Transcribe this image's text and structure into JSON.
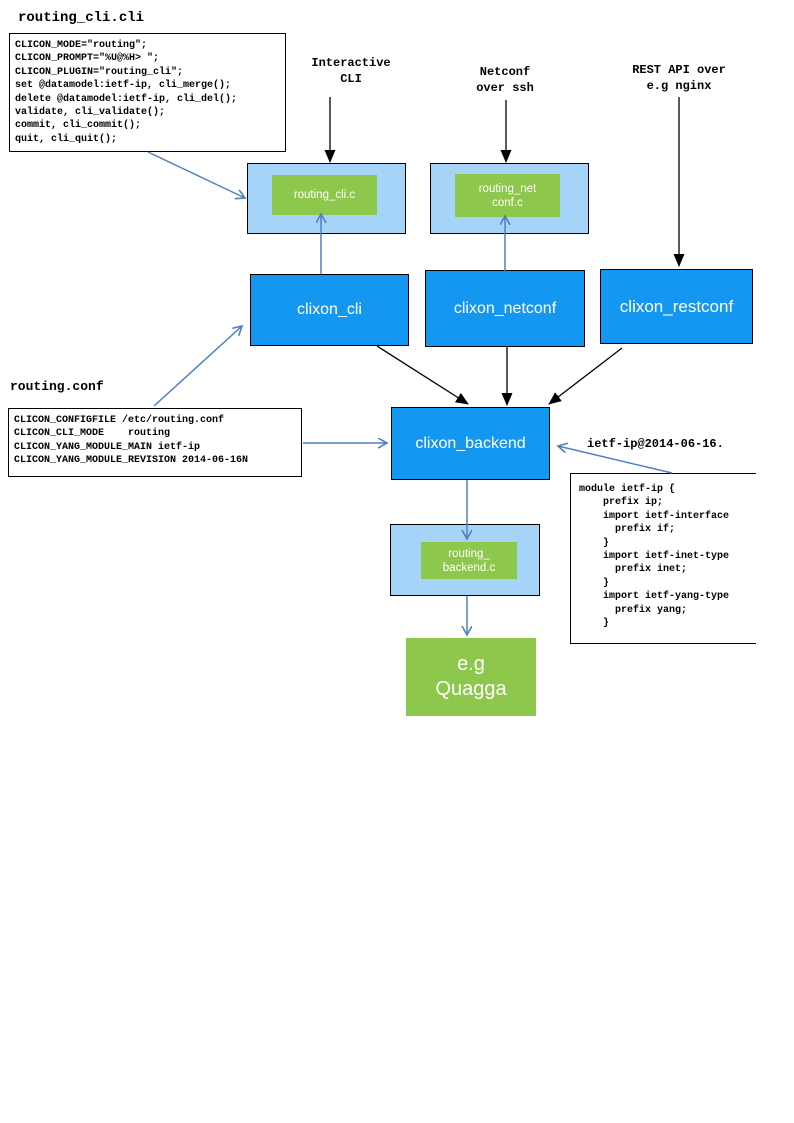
{
  "colors": {
    "node_blue": "#1497f0",
    "plugin_light_blue": "#a6d3f8",
    "plugin_green": "#8dc74b",
    "arrow_blue": "#4f81bd",
    "arrow_black": "#000000"
  },
  "files": {
    "cli_file": {
      "title": "routing_cli.cli",
      "code": "CLICON_MODE=\"routing\";\nCLICON_PROMPT=\"%U@%H> \";\nCLICON_PLUGIN=\"routing_cli\";\nset @datamodel:ietf-ip, cli_merge();\ndelete @datamodel:ietf-ip, cli_del();\nvalidate, cli_validate();\ncommit, cli_commit();\nquit, cli_quit();"
    },
    "conf_file": {
      "title": "routing.conf",
      "code": "CLICON_CONFIGFILE /etc/routing.conf\nCLICON_CLI_MODE    routing\nCLICON_YANG_MODULE_MAIN ietf-ip\nCLICON_YANG_MODULE_REVISION 2014-06-16N"
    },
    "yang_file": {
      "title": "ietf-ip@2014-06-16.",
      "code": "module ietf-ip {\n    prefix ip;\n    import ietf-interface\n      prefix if;\n    }\n    import ietf-inet-type\n      prefix inet;\n    }\n    import ietf-yang-type\n      prefix yang;\n    }"
    }
  },
  "labels": {
    "interactive_cli": "Interactive\nCLI",
    "netconf_over_ssh": "Netconf\nover ssh",
    "rest_api": "REST API over\ne.g nginx"
  },
  "nodes": {
    "routing_cli_plugin": "routing_cli.c",
    "routing_netconf_plugin": "routing_net\nconf.c",
    "routing_backend_plugin": "routing_\nbackend.c",
    "clixon_cli": "clixon_cli",
    "clixon_netconf": "clixon_netconf",
    "clixon_restconf": "clixon_restconf",
    "clixon_backend": "clixon_backend",
    "quagga": "e.g\nQuagga"
  }
}
